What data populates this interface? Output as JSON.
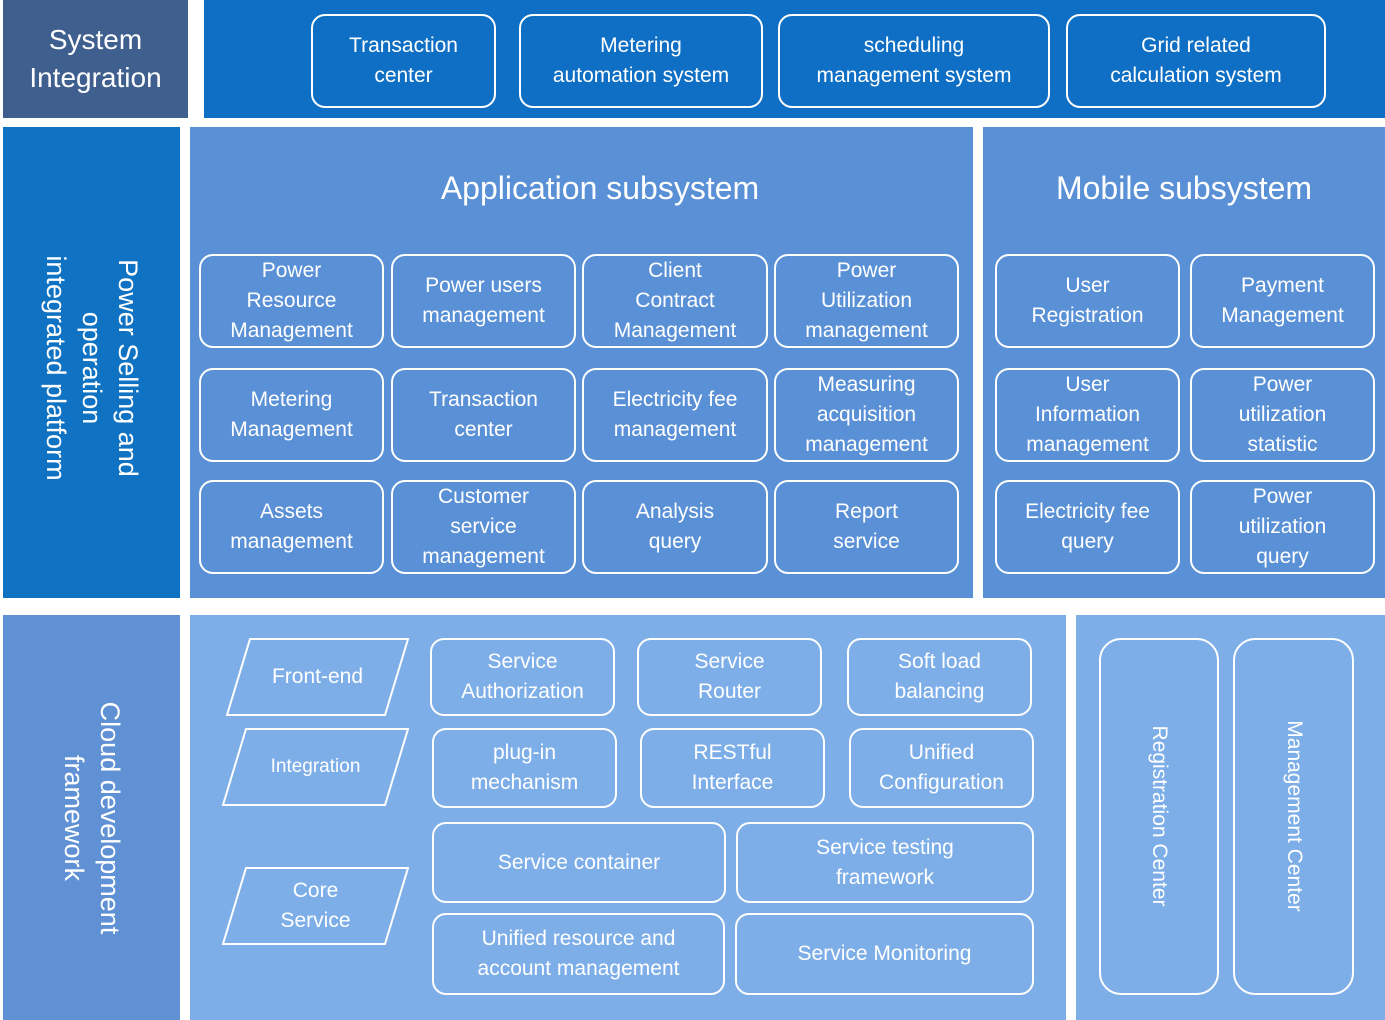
{
  "system_integration": {
    "label": "System\nIntegration",
    "items": [
      "Transaction\ncenter",
      "Metering\nautomation system",
      "scheduling\nmanagement system",
      "Grid related\ncalculation system"
    ]
  },
  "platform": {
    "label": "Power Selling and operation\nintegrated platform",
    "application": {
      "title": "Application subsystem",
      "items": [
        "Power\nResource\nManagement",
        "Power users\nmanagement",
        "Client\nContract\nManagement",
        "Power\nUtilization\nmanagement",
        "Metering\nManagement",
        "Transaction\ncenter",
        "Electricity fee\nmanagement",
        "Measuring\nacquisition\nmanagement",
        "Assets\nmanagement",
        "Customer\nservice\nmanagement",
        "Analysis\nquery",
        "Report\nservice"
      ]
    },
    "mobile": {
      "title": "Mobile subsystem",
      "items": [
        "User\nRegistration",
        "Payment\nManagement",
        "User\nInformation\nmanagement",
        "Power\nutilization\nstatistic",
        "Electricity fee\nquery",
        "Power\nutilization\nquery"
      ]
    }
  },
  "cloud": {
    "label": "Cloud development\nframework",
    "layers": [
      "Front-end",
      "Integration",
      "Core\nService"
    ],
    "services": [
      "Service\nAuthorization",
      "Service\nRouter",
      "Soft load\nbalancing",
      "plug-in\nmechanism",
      "RESTful\nInterface",
      "Unified\nConfiguration",
      "Service container",
      "Service testing\nframework",
      "Unified resource and\naccount management",
      "Service Monitoring"
    ],
    "centers": [
      "Registration Center",
      "Management Center"
    ]
  },
  "colors": {
    "dark_slate": "#3f5f8f",
    "band_blue": "#0f6fc4",
    "platform_label": "#0f72c2",
    "panel_blue": "#5a90d6",
    "cloud_label": "#5f91d4",
    "cloud_panel": "#7daee8"
  }
}
